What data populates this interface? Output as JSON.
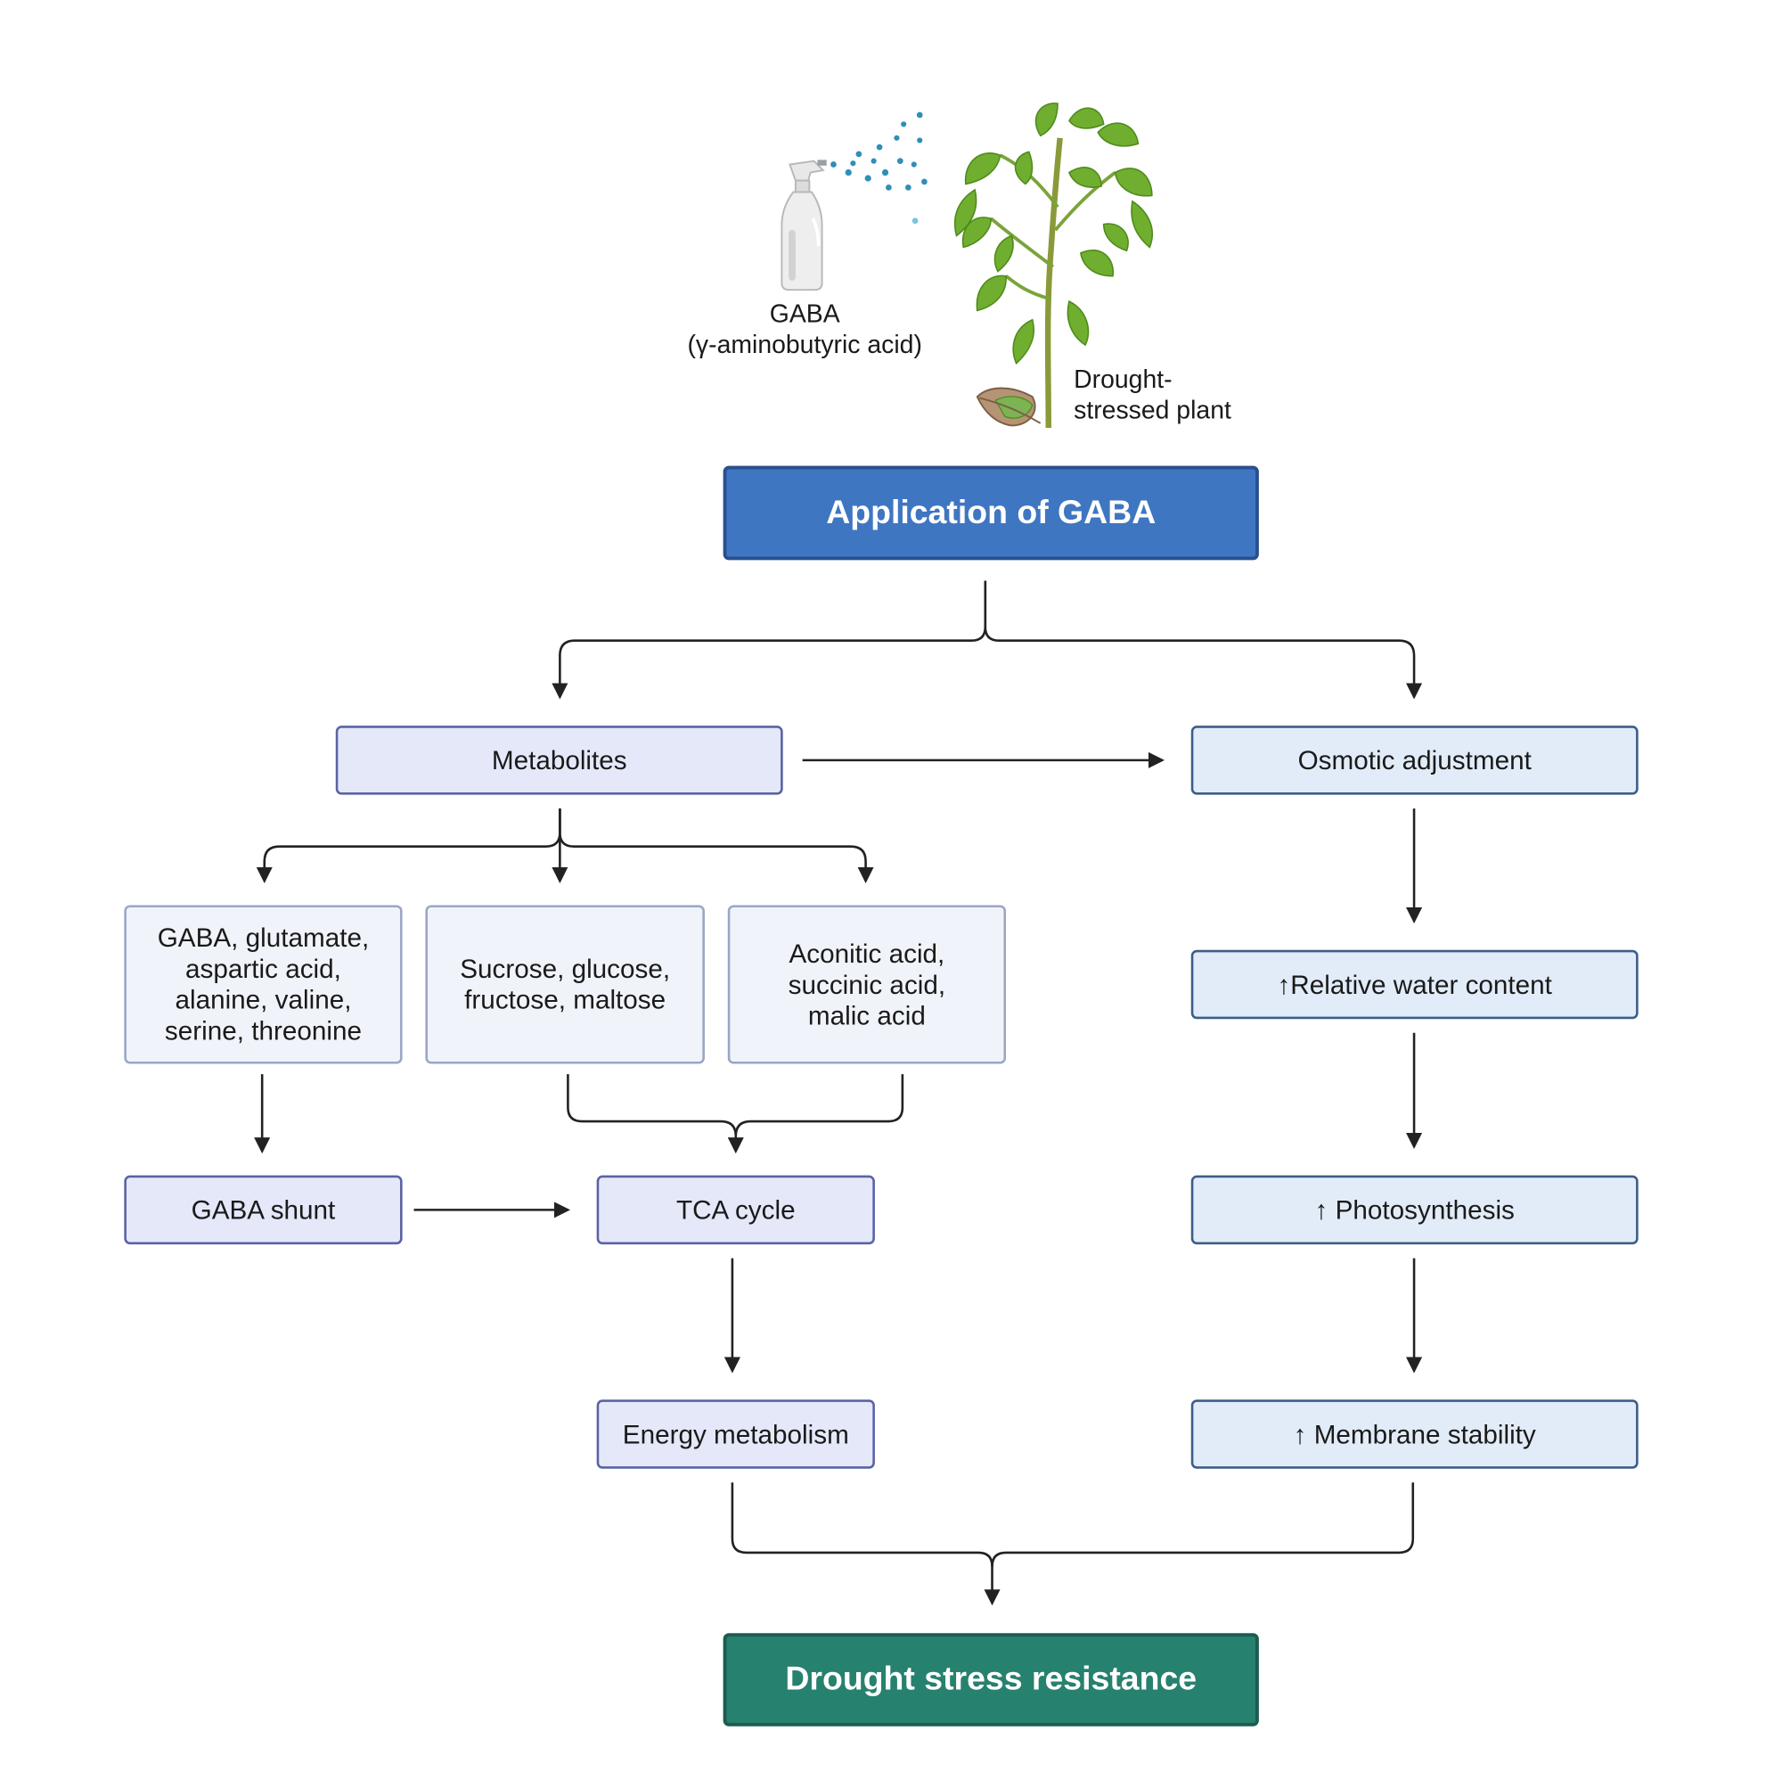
{
  "illustration": {
    "bottom_label": "GABA",
    "bottom_sublabel": "(γ-aminobutyric acid)",
    "plant_label": "Drought-\nstressed plant"
  },
  "boxes": {
    "application": "Application of GABA",
    "metabolites": "Metabolites",
    "osmotic": "Osmotic adjustment",
    "amino_acids": "GABA, glutamate,\naspartic acid,\nalanine, valine,\nserine, threonine",
    "sugars": "Sucrose, glucose,\nfructose, maltose",
    "organic_acids": "Aconitic acid,\nsuccinic acid,\nmalic acid",
    "relative_water": "↑Relative water content",
    "gaba_shunt": "GABA shunt",
    "tca_cycle": "TCA cycle",
    "photosynthesis": "↑ Photosynthesis",
    "energy": "Energy metabolism",
    "membrane": "↑ Membrane stability",
    "result": "Drought stress resistance"
  },
  "colors": {
    "header_fill": "#3f76c2",
    "result_fill": "#27816f",
    "metabolite_fill": "#e4e8f9",
    "physiology_fill": "#e2ecf8",
    "arrow": "#222222"
  }
}
